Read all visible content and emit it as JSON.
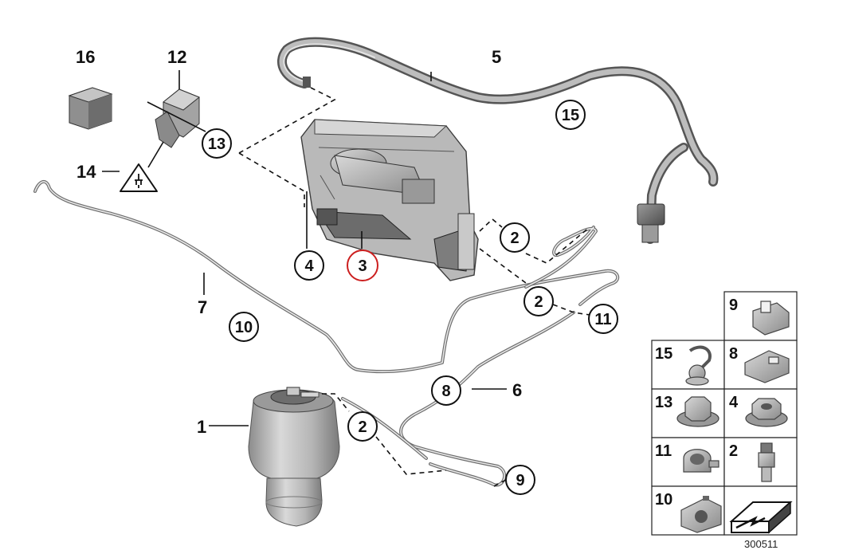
{
  "diagram": {
    "callouts": {
      "c16": "16",
      "c12": "12",
      "c13": "13",
      "c14": "14",
      "c5": "5",
      "c15": "15",
      "c7": "7",
      "c10": "10",
      "c4": "4",
      "c3": "3",
      "c2a": "2",
      "c2b": "2",
      "c11": "11",
      "c8": "8",
      "c6": "6",
      "c1": "1",
      "c2c": "2",
      "c9": "9"
    },
    "highlighted_callout": "3",
    "highlight_color": "#cc1f1f"
  },
  "legend_table": {
    "cells": [
      {
        "id": "9"
      },
      {
        "id": "15"
      },
      {
        "id": "8"
      },
      {
        "id": "13"
      },
      {
        "id": "4"
      },
      {
        "id": "11"
      },
      {
        "id": "2"
      },
      {
        "id": "10"
      }
    ]
  },
  "page_number": "300511"
}
